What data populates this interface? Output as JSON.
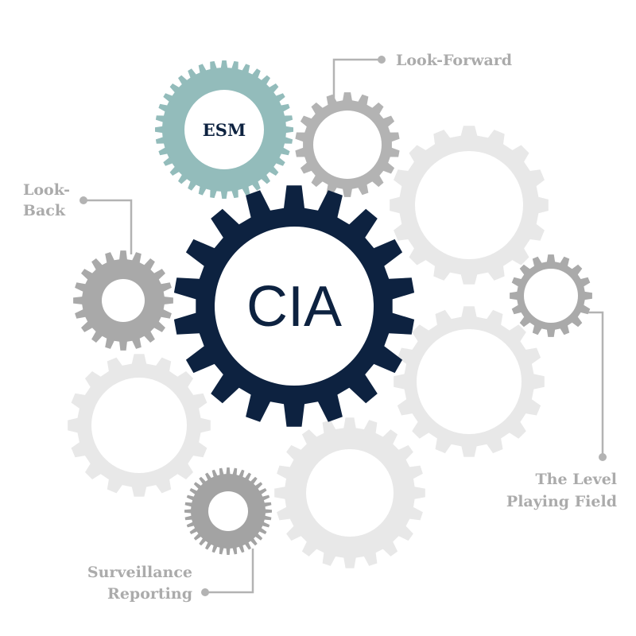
{
  "center_gear": {
    "label": "CIA",
    "color": "#0d2240"
  },
  "esm_gear": {
    "label": "ESM",
    "color": "#93bcbb"
  },
  "labels": {
    "look_forward": "Look-Forward",
    "look_back_1": "Look-",
    "look_back_2": "Back",
    "level_1": "The Level",
    "level_2": "Playing Field",
    "surveillance_1": "Surveillance",
    "surveillance_2": "Reporting"
  },
  "colors": {
    "mid_gray": "#adadad",
    "light_gray": "#e8e8e8",
    "label": "#ababab"
  }
}
